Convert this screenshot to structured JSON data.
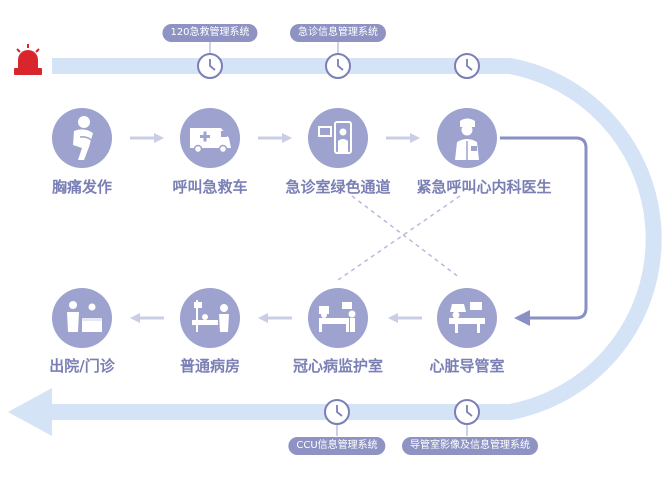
{
  "steps": {
    "chest_pain": "胸痛发作",
    "ambulance": "呼叫急救车",
    "er_green_channel": "急诊室绿色通道",
    "cardiologist": "紧急呼叫心内科医生",
    "cath_lab": "心脏导管室",
    "ccu": "冠心病监护室",
    "ward": "普通病房",
    "discharge": "出院/门诊"
  },
  "systems": {
    "emergency_120": "120急救管理系统",
    "er_info": "急诊信息管理系统",
    "ccu_info": "CCU信息管理系统",
    "cath_imaging": "导管室影像及信息管理系统"
  },
  "colors": {
    "node_fill": "#9da2cf",
    "label_text": "#7a7fb5",
    "tag_fill": "#8e93c4",
    "track": "#d4e3f5",
    "arrow": "#c9cde6",
    "return_line": "#8a8fc4",
    "alarm": "#d9262c"
  },
  "icons": {
    "alarm": "alarm-light-icon",
    "clock": "clock-icon",
    "chest_pain": "person-chest-pain-icon",
    "ambulance": "ambulance-icon",
    "er_green_channel": "er-monitor-door-icon",
    "cardiologist": "doctor-icon",
    "cath_lab": "cath-lab-bed-icon",
    "ccu": "icu-bed-icon",
    "ward": "ward-bed-icon",
    "discharge": "reception-desk-icon"
  }
}
